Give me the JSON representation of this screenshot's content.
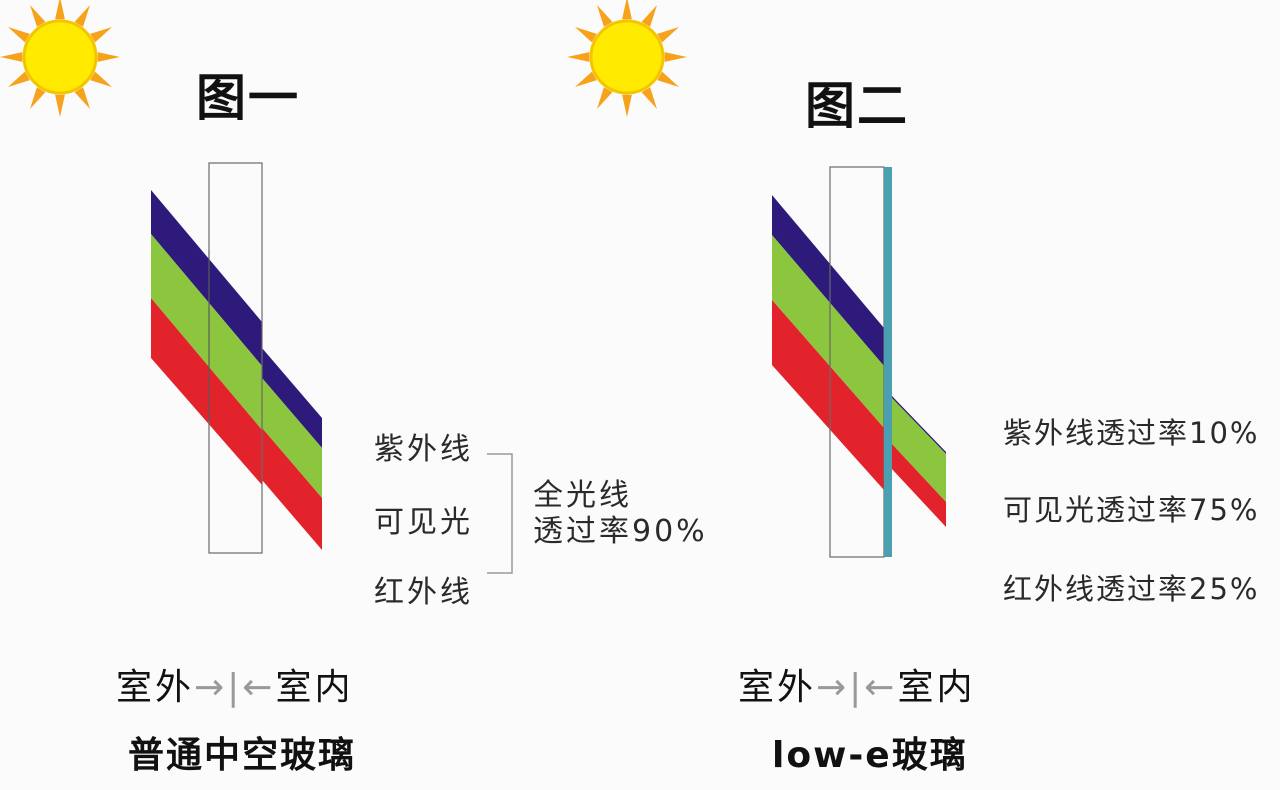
{
  "colors": {
    "ultraviolet": "#2d1a7a",
    "visible": "#8cc63f",
    "infrared": "#e3232c",
    "lowe_coating": "#4a9fb0",
    "sun_core": "#ffea00",
    "sun_rays": "#f7a21b"
  },
  "figure1": {
    "title": "图一",
    "band_labels": [
      "紫外线",
      "可见光",
      "红外线"
    ],
    "total_label_line1": "全光线",
    "total_label_line2": "透过率90%",
    "side_outdoor": "室外",
    "side_arrows": "→|←",
    "side_indoor": "室内",
    "caption": "普通中空玻璃",
    "transmittance_total_percent": 90
  },
  "figure2": {
    "title": "图二",
    "band_labels": [
      "紫外线透过率10%",
      "可见光透过率75%",
      "红外线透过率25%"
    ],
    "side_outdoor": "室外",
    "side_arrows": "→|←",
    "side_indoor": "室内",
    "caption": "low-e玻璃",
    "transmittance_percent": {
      "ultraviolet": 10,
      "visible": 75,
      "infrared": 25
    }
  }
}
